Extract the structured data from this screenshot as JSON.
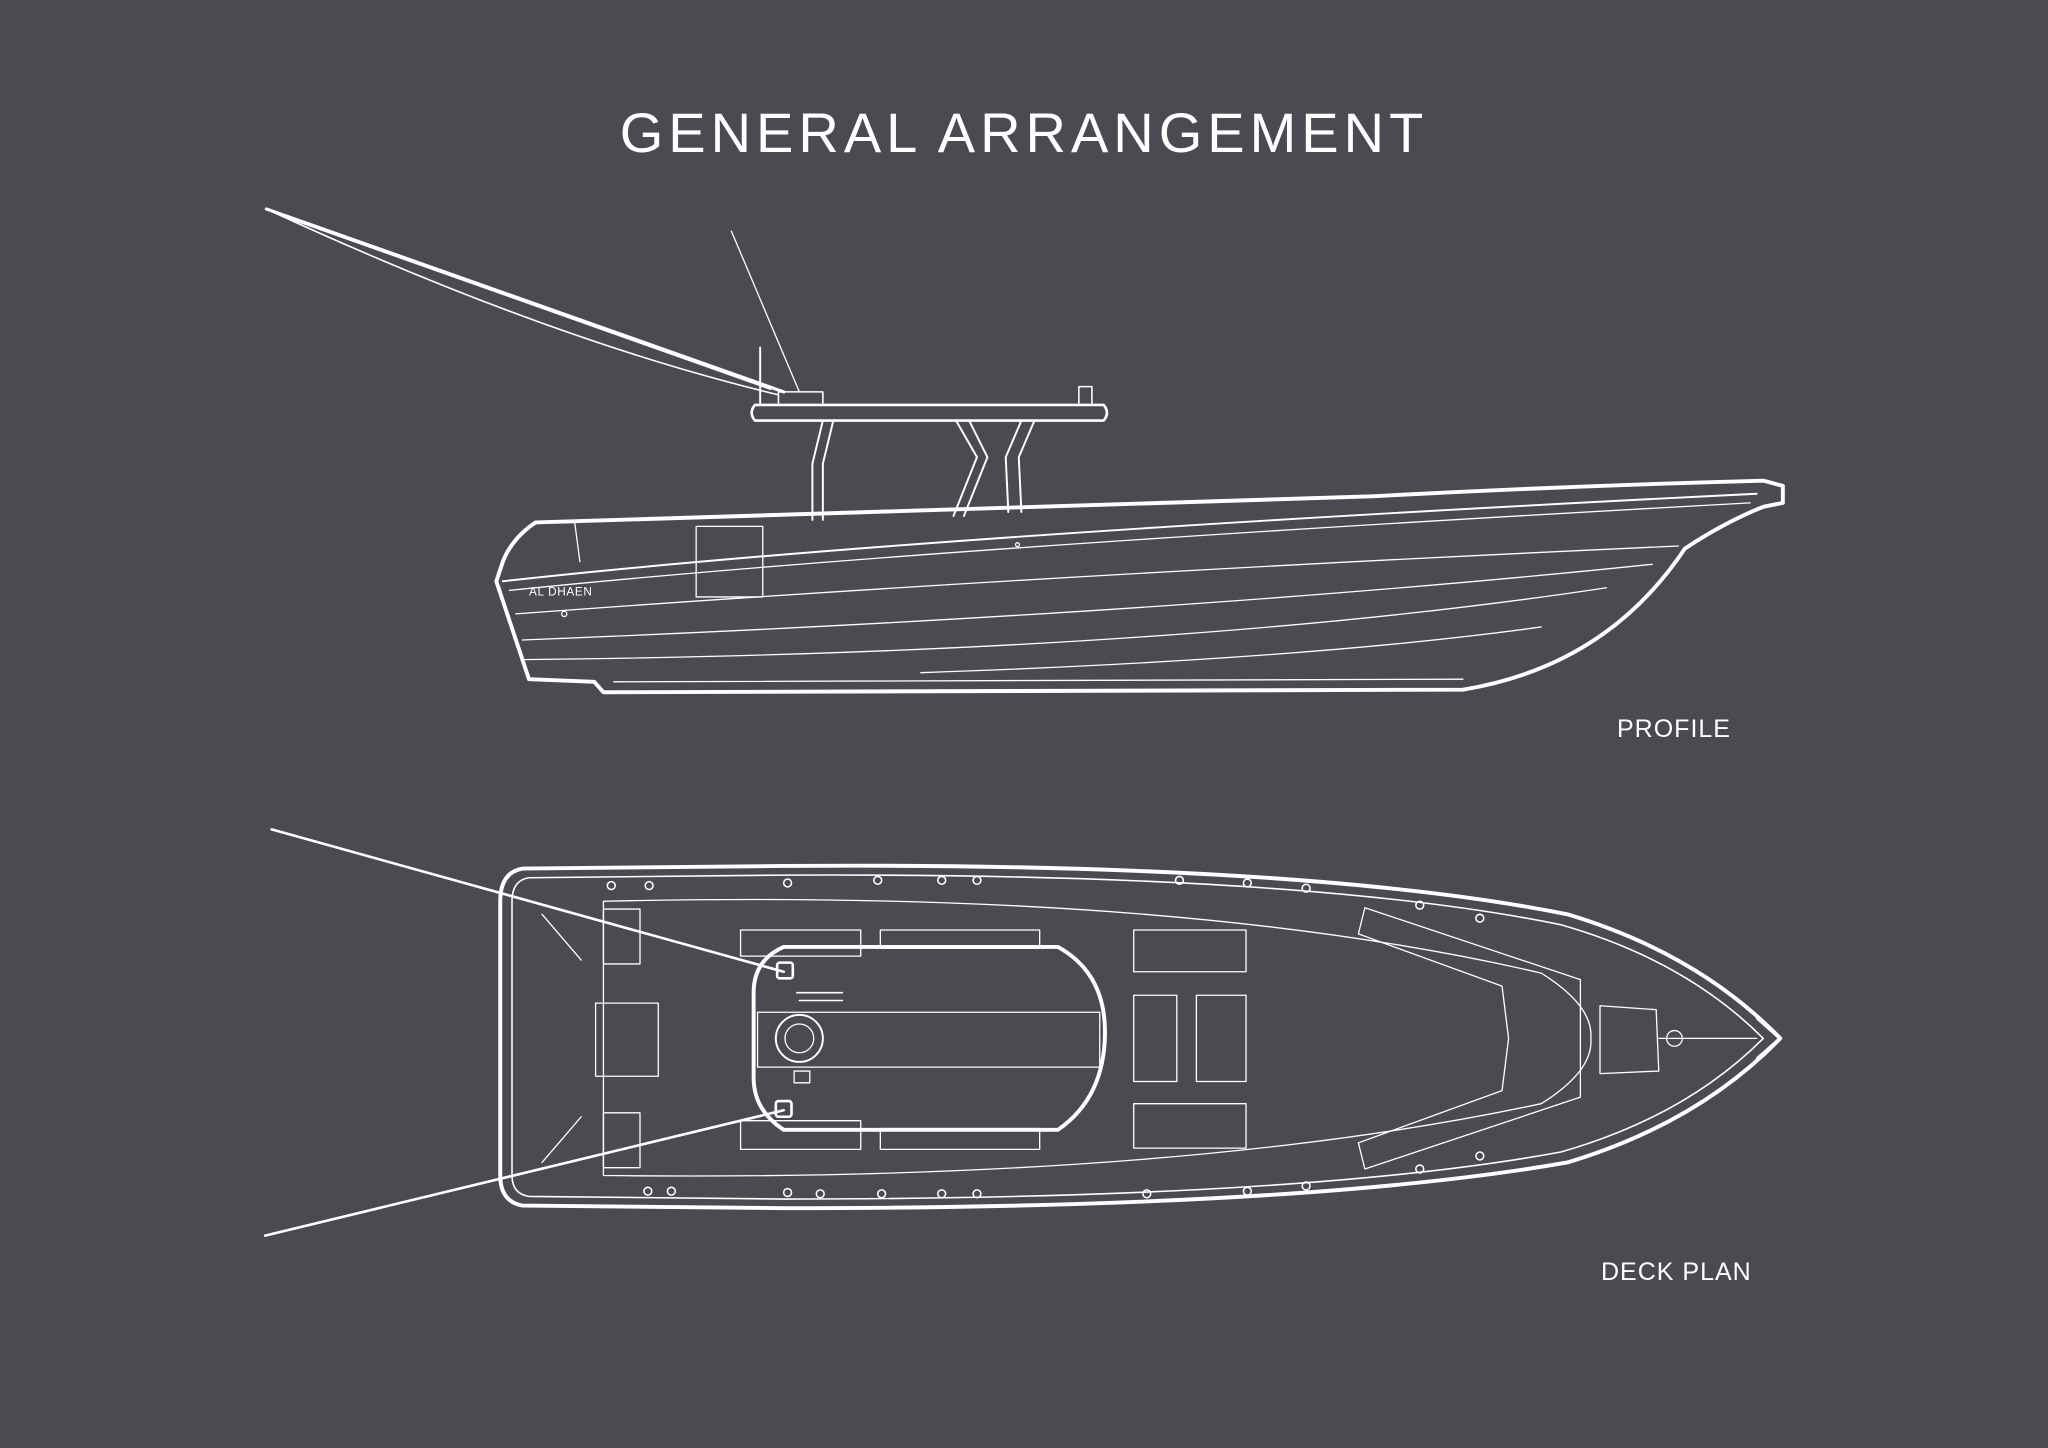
{
  "title": "GENERAL ARRANGEMENT",
  "views": {
    "profile_label": "PROFILE",
    "deck_plan_label": "DECK PLAN"
  },
  "hull_logo": "AL DHAEN",
  "colors": {
    "background": "#4a4b50",
    "lines": "#ffffff"
  }
}
